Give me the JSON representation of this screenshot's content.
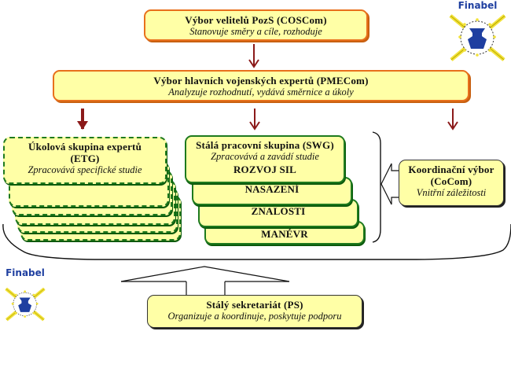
{
  "colors": {
    "box_fill": "#ffffa6",
    "orange_border": "#e8701c",
    "green_border": "#1e7a1e",
    "arrow": "#8b1a1a",
    "logo_blue": "#1f3fa0",
    "logo_yellow": "#f2e23a"
  },
  "coscom": {
    "title": "Výbor velitelů PozS (COSCom)",
    "subtitle": "Stanovuje směry a cíle, rozhoduje"
  },
  "pmecom": {
    "title": "Výbor hlavních vojenských expertů (PMECom)",
    "subtitle": "Analyzuje rozhodnutí, vydává směrnice a úkoly"
  },
  "etg": {
    "title_line1": "Úkolová skupina expertů",
    "title_line2": "(ETG)",
    "subtitle": "Zpracovává specifické studie"
  },
  "swg": {
    "title": "Stálá pracovní skupina (SWG)",
    "subtitle": "Zpracovává a zavádí studie",
    "groups": [
      "ROZVOJ SIL",
      "NASAZENÍ",
      "ZNALOSTI",
      "MANÉVR"
    ]
  },
  "cocom": {
    "title_line1": "Koordinační výbor",
    "title_line2": "(CoCom)",
    "subtitle": "Vnitřní záležitosti"
  },
  "ps": {
    "title": "Stálý sekretariát (PS)",
    "subtitle": "Organizuje a koordinuje, poskytuje podporu"
  },
  "logos": {
    "top_right": "Finabel",
    "bottom_left": "Finabel"
  }
}
